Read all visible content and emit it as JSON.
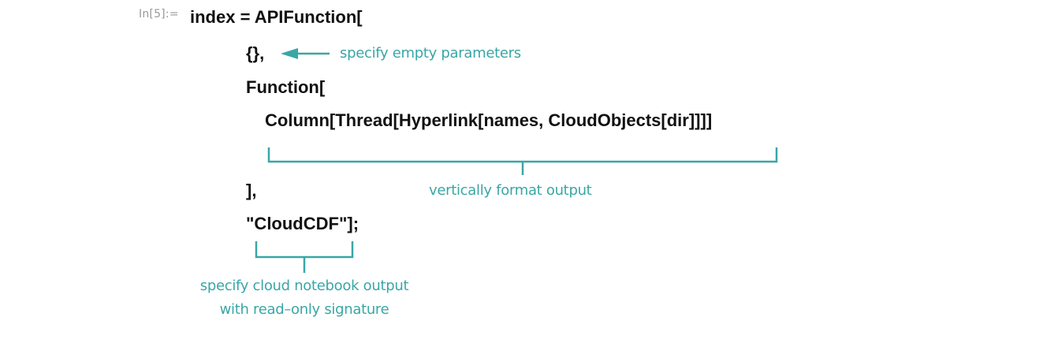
{
  "cell": {
    "label": "In[5]:="
  },
  "code": {
    "line1": "index = APIFunction[",
    "line2": "{},",
    "line3": "Function[",
    "line4": "Column[Thread[Hyperlink[names, CloudObjects[dir]]]]",
    "line5": "],",
    "line6": "\"CloudCDF\"];"
  },
  "annotations": {
    "empty_params": "specify empty parameters",
    "vertical_format": "vertically format output",
    "cloud_notebook_line1": "specify cloud notebook output",
    "cloud_notebook_line2": "with read–only signature"
  },
  "colors": {
    "annotation": "#3aa6a6",
    "code": "#111111",
    "label": "#999999"
  }
}
